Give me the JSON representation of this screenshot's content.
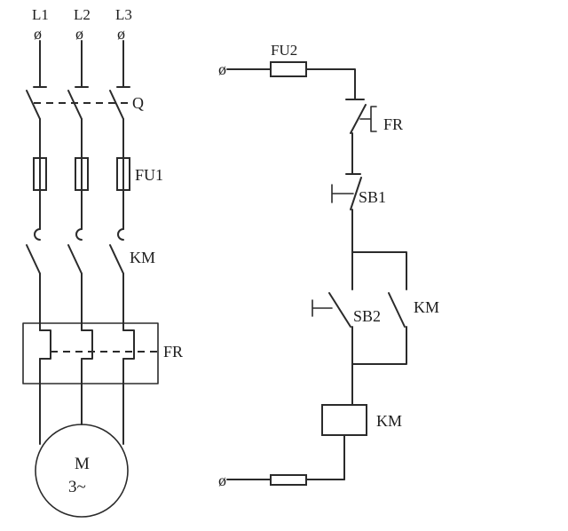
{
  "power_circuit": {
    "phases": [
      "L1",
      "L2",
      "L3"
    ],
    "terminal_symbol": "ø",
    "switch_label": "Q",
    "fuse_label": "FU1",
    "contactor_label": "KM",
    "overload_label": "FR",
    "motor_line1": "M",
    "motor_line2": "3~"
  },
  "control_circuit": {
    "terminal_top": "ø",
    "terminal_bottom": "ø",
    "fuse_label": "FU2",
    "overload_contact_label": "FR",
    "stop_button_label": "SB1",
    "start_button_label": "SB2",
    "aux_contact_label": "KM",
    "coil_label": "KM"
  }
}
